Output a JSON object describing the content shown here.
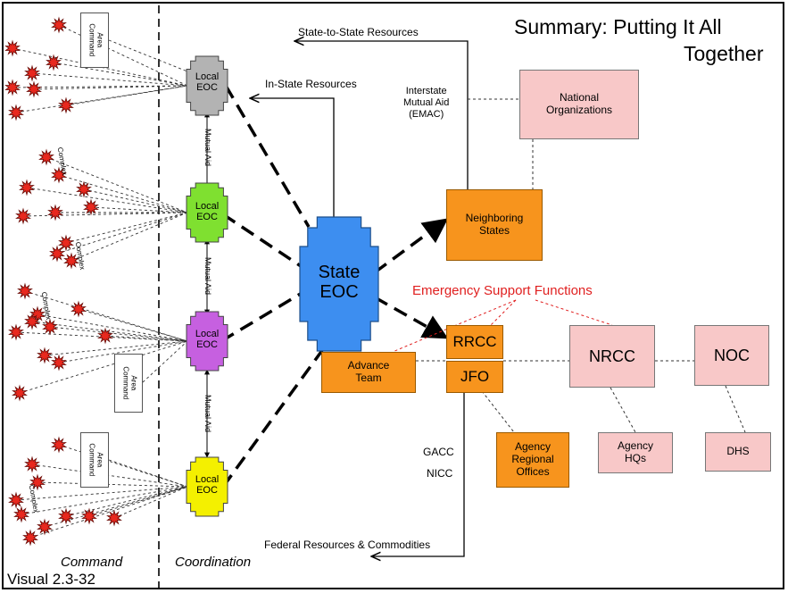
{
  "title": {
    "line1": "Summary:  Putting It All",
    "line2": "Together"
  },
  "visual_label": "Visual 2.3-32",
  "sections": {
    "command": "Command",
    "coordination": "Coordination"
  },
  "resource_flows": {
    "state_to_state": "State-to-State Resources",
    "in_state": "In-State Resources",
    "federal": "Federal Resources & Commodities"
  },
  "interstate_aid": {
    "line1": "Interstate",
    "line2": "Mutual Aid",
    "line3": "(EMAC)"
  },
  "local_eocs": [
    {
      "line1": "Local",
      "line2": "EOC",
      "color": "#b3b3b3"
    },
    {
      "line1": "Local",
      "line2": "EOC",
      "color": "#7fe030"
    },
    {
      "line1": "Local",
      "line2": "EOC",
      "color": "#c660e0"
    },
    {
      "line1": "Local",
      "line2": "EOC",
      "color": "#f4f000"
    }
  ],
  "mutual_aid_label": "Mutual Aid",
  "state_eoc": {
    "line1": "State",
    "line2": "EOC",
    "color": "#3d8ef0"
  },
  "area_command_label": {
    "line1": "Area",
    "line2": "Command"
  },
  "complex_label": "Complex",
  "esf_label": "Emergency Support Functions",
  "esf_color": "#e02020",
  "boxes": {
    "national_orgs": {
      "line1": "National",
      "line2": "Organizations"
    },
    "neighboring_states": {
      "line1": "Neighboring",
      "line2": "States"
    },
    "advance_team": {
      "line1": "Advance",
      "line2": "Team"
    },
    "rrcc": "RRCC",
    "jfo": "JFO",
    "nrcc": "NRCC",
    "noc": "NOC",
    "agency_regional": {
      "line1": "Agency",
      "line2": "Regional",
      "line3": "Offices"
    },
    "agency_hqs": {
      "line1": "Agency",
      "line2": "HQs"
    },
    "dhs": "DHS"
  },
  "gacc": "GACC",
  "nicc": "NICC",
  "colors": {
    "orange": "#f7941d",
    "pink": "#f8c8c8",
    "incident": "#e8281e"
  }
}
